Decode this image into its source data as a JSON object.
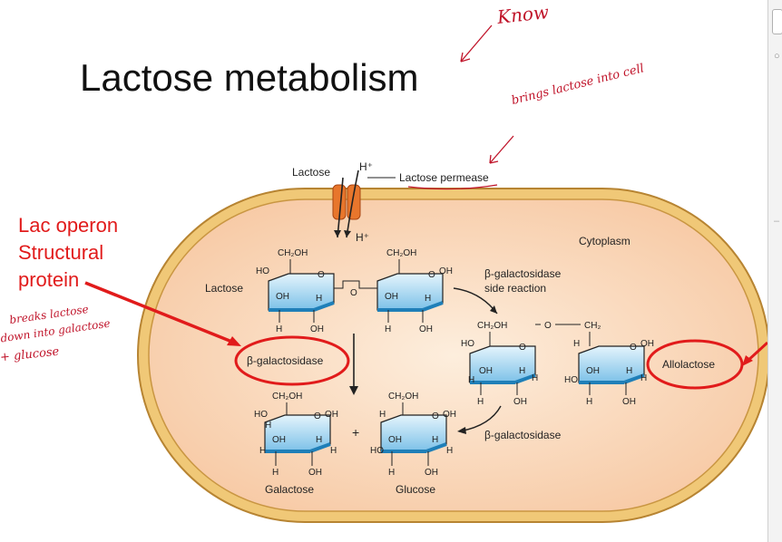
{
  "slide": {
    "title": "Lactose metabolism",
    "annotations": {
      "know": "Know",
      "brings": "brings lactose into cell",
      "breaks_line1": "breaks lactose",
      "breaks_line2": "down into galactose",
      "breaks_line3": "+ glucose"
    },
    "lac_operon": {
      "line1": "Lac operon",
      "line2": "Structural",
      "line3": "protein"
    }
  },
  "diagram": {
    "lactose_outside": "Lactose",
    "h_plus_outside": "H⁺",
    "permease": "Lactose permease",
    "h_plus_inside": "H⁺",
    "cytoplasm": "Cytoplasm",
    "lactose_label": "Lactose",
    "side_reaction_line1": "β-galactosidase",
    "side_reaction_line2": "side reaction",
    "beta_gal_circled": "β-galactosidase",
    "beta_gal_lower": "β-galactosidase",
    "allolactose": "Allolactose",
    "galactose": "Galactose",
    "glucose": "Glucose",
    "plus": "+",
    "ch2oh": "CH₂OH",
    "ho": "HO",
    "oh": "OH",
    "h": "H",
    "o": "O",
    "ch2": "CH₂"
  },
  "colors": {
    "annotation_red": "#e11b1b",
    "membrane_gold": "#e8b85a",
    "cytoplasm_fill": "#fbd7bb",
    "ring_blue": "#9fd3ef",
    "permease_orange": "#e8762c"
  }
}
